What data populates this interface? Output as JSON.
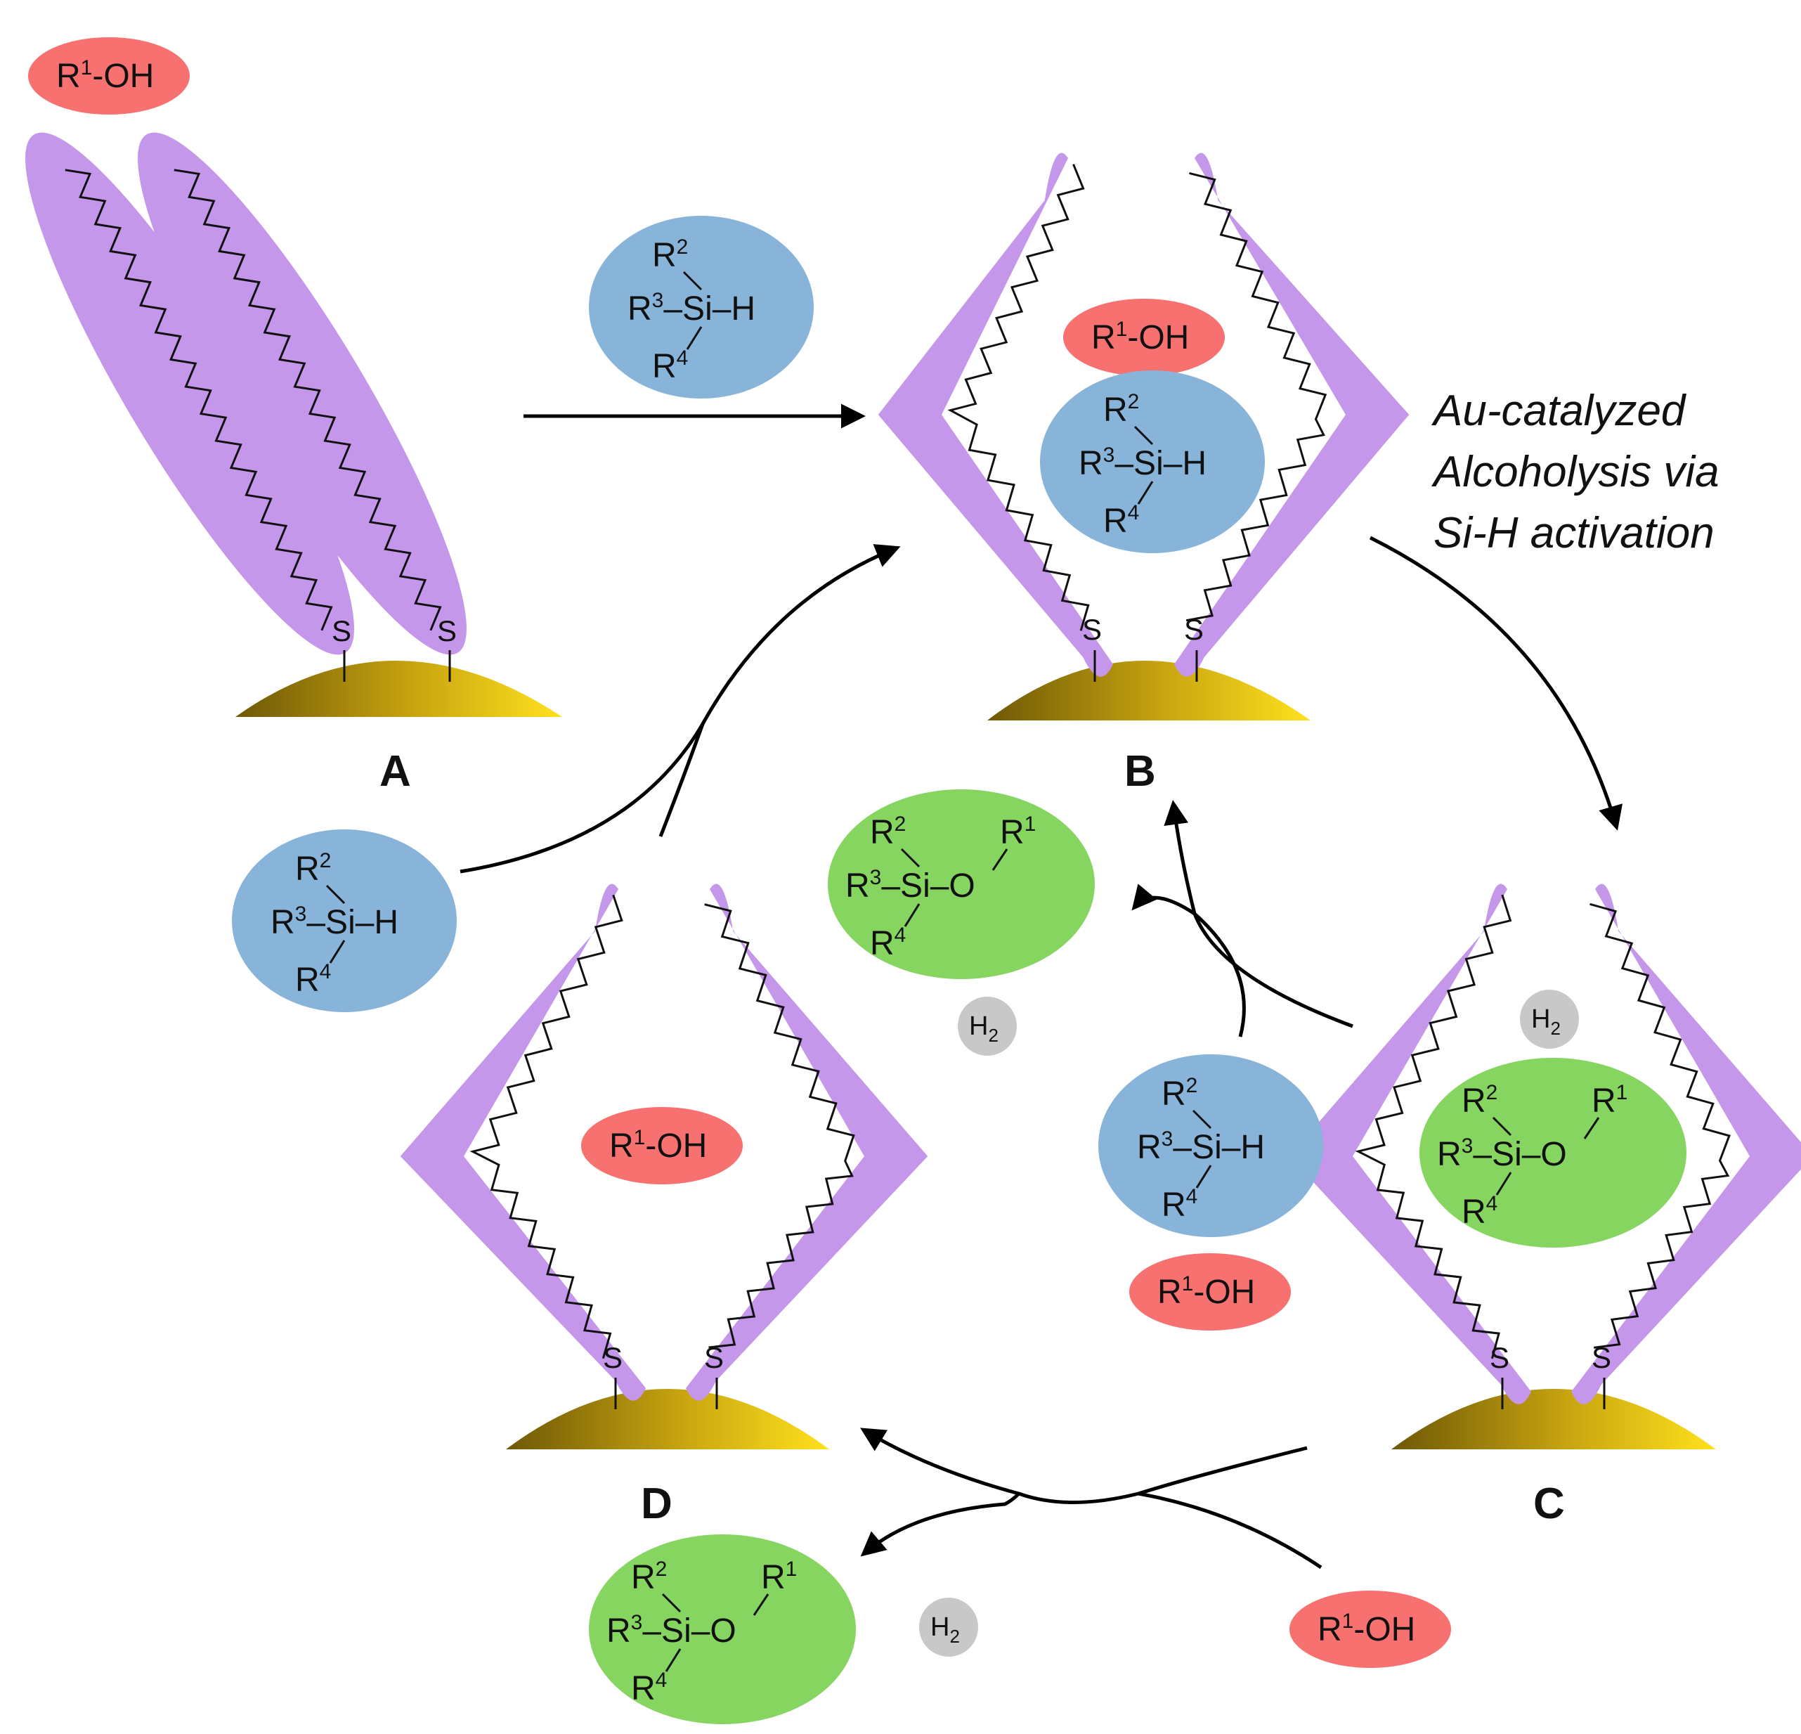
{
  "colors": {
    "chain_fill": "#c597ea",
    "chain_line": "#111111",
    "gold_dark": "#6e5806",
    "gold_light": "#ffe11e",
    "alcohol": "#f87171",
    "silane": "#88b4da",
    "product": "#86d560",
    "h2": "#c8c8c8",
    "arrow": "#000000"
  },
  "labels": {
    "A": "A",
    "B": "B",
    "C": "C",
    "D": "D",
    "caption_line1": "Au-catalyzed",
    "caption_line2": "Alcoholysis via",
    "caption_line3": "Si-H activation"
  },
  "chem": {
    "sulfur": "S",
    "R": "R",
    "n1": "1",
    "n2": "2",
    "n3": "3",
    "n4": "4",
    "oh": "-OH",
    "si_h": "–Si–H",
    "si_o": "–Si–O",
    "H": "H",
    "h2_sub": "2"
  }
}
